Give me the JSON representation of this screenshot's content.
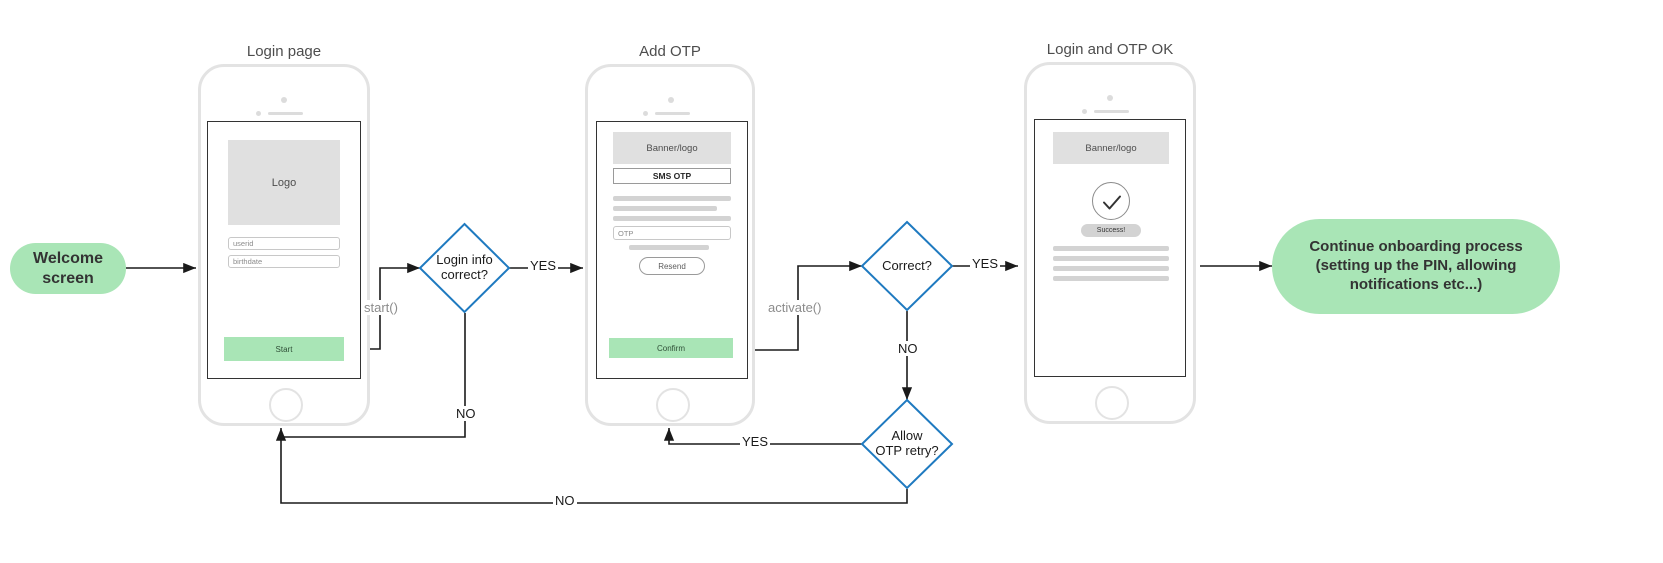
{
  "diagram": {
    "title_nodes": {
      "login_page": "Login page",
      "add_otp": "Add OTP",
      "login_otp_ok": "Login and OTP OK"
    },
    "start_node": {
      "label": "Welcome\nscreen",
      "line1": "Welcome",
      "line2": "screen",
      "color": "#a9e5b6"
    },
    "end_node": {
      "line1": "Continue onboarding process",
      "line2": "(setting up the PIN, allowing",
      "line3": "notifications etc...)",
      "color": "#a9e5b6"
    },
    "decisions": [
      {
        "id": "login-correct",
        "line1": "Login info",
        "line2": "correct?",
        "border_color": "#1f7ac0"
      },
      {
        "id": "otp-correct",
        "line1": "Correct?",
        "line2": "",
        "border_color": "#1f7ac0"
      },
      {
        "id": "allow-retry",
        "line1": "Allow",
        "line2": "OTP retry?",
        "border_color": "#1f7ac0"
      }
    ],
    "edge_labels": {
      "start_call": "start()",
      "activate_call": "activate()",
      "login_yes": "YES",
      "login_no": "NO",
      "otp_yes": "YES",
      "otp_no": "NO",
      "retry_yes": "YES",
      "retry_no": "NO"
    }
  },
  "phones": {
    "login": {
      "title": "Login page",
      "logo": "Logo",
      "field_userid": "userid",
      "field_birthdate": "birthdate",
      "cta": "Start"
    },
    "otp": {
      "title": "Add OTP",
      "banner": "Banner/logo",
      "header": "SMS OTP",
      "field_otp": "OTP",
      "resend": "Resend",
      "cta": "Confirm"
    },
    "success": {
      "title": "Login and OTP OK",
      "banner": "Banner/logo",
      "check_icon": "check-icon",
      "status": "Success!"
    }
  }
}
